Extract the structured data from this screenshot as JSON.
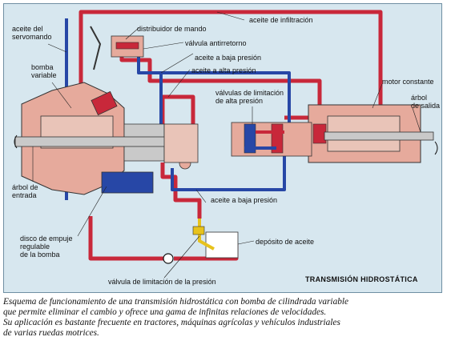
{
  "diagram": {
    "title": "TRANSMISIÓN HIDROSTÁTICA",
    "labels": {
      "aceite_infiltracion": "aceite de infiltración",
      "aceite_servomando": "aceite del\nservomando",
      "distribuidor_mando": "distribuidor de mando",
      "valvula_antirretorno": "válvula antirretorno",
      "aceite_baja_presion_top": "aceite a baja presión",
      "aceite_alta_presion": "aceite a alta presión",
      "bomba_variable": "bomba\nvariable",
      "valvulas_limitacion": "válvulas de limitación\nde alta presión",
      "motor_constante": "motor constante",
      "arbol_salida": "árbol\nde salida",
      "arbol_entrada": "árbol de\nentrada",
      "aceite_baja_presion_bottom": "aceite a baja presión",
      "disco_empuje": "disco de empuje\nregulable\nde la bomba",
      "deposito_aceite": "depósito de aceite",
      "valvula_limitacion_presion": "válvula de limitación de la presión"
    },
    "colors": {
      "background": "#d7e7ef",
      "high_pressure": "#c8283a",
      "low_pressure": "#2747a6",
      "reservoir_oil": "#e7c21c",
      "housing": "#e6aa9c",
      "metal": "#c9c9c9"
    }
  },
  "caption": {
    "lines": [
      "Esquema de funcionamiento de una transmisión hidrostática con bomba de cilindrada variable",
      "que permite eliminar el cambio y ofrece una gama de infinitas relaciones de velocidades.",
      "Su aplicación es bastante frecuente en tractores, máquinas agrícolas y vehículos industriales",
      "de varias ruedas motrices."
    ]
  }
}
